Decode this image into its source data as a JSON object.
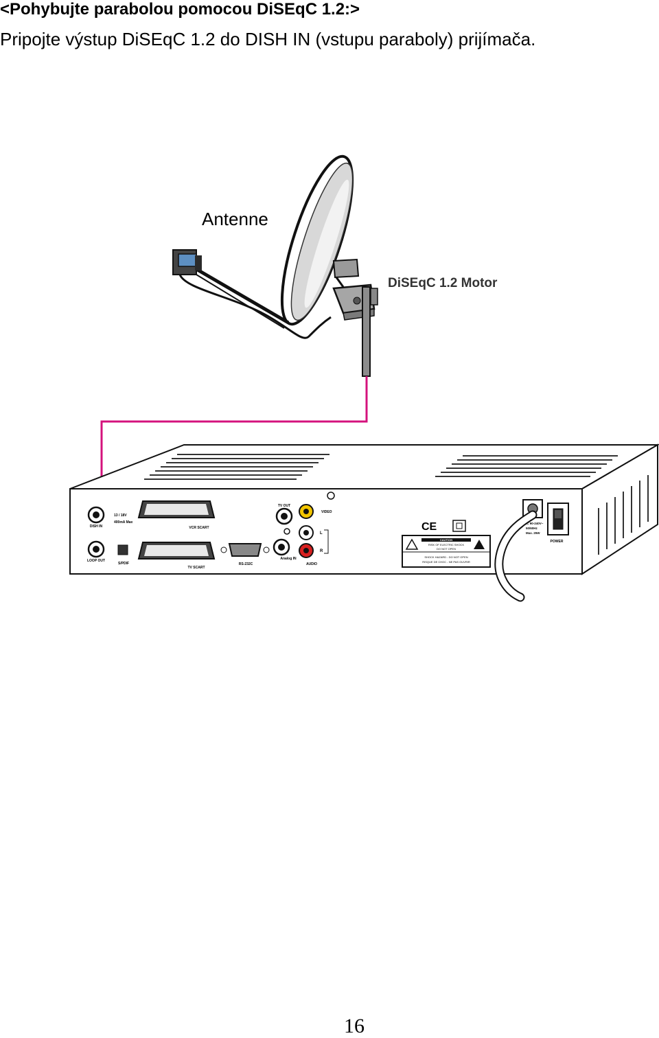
{
  "page": {
    "heading": "<Pohybujte parabolou pomocou DiSEqC 1.2:>",
    "instruction": "Pripojte výstup DiSEqC 1.2 do DISH IN (vstupu paraboly) prijímača.",
    "page_number": "16"
  },
  "diagram": {
    "antenna_label": "Antenne",
    "motor_label": "DiSEqC 1.2 Motor",
    "cable_color": "#d4127c",
    "receiver": {
      "dish_in": "DISH IN",
      "loop_out": "LOOP OUT",
      "lnb_power": "13 / 18V",
      "lnb_current": "400mA Max",
      "spdif": "S/PDIF",
      "vcr_scart": "VCR SCART",
      "tv_scart": "TV SCART",
      "rs232c": "RS-232C",
      "tv_out": "TV OUT",
      "video": "VIDEO",
      "audio": "AUDIO",
      "analog_in": "Analog IN",
      "audio_l": "L",
      "audio_r": "R",
      "ce_mark": "CE",
      "caution_title": "CAUTION",
      "caution_line1": "RISK OF ELECTRIC SHOCK",
      "caution_line2": "DO NOT OPEN",
      "caution_text1": "SHOCK HAZARD - DO NOT OPEN",
      "caution_text2": "RISQUE DE CHOC - NE PAS OUVRIR",
      "ac_rating_1": "AC 90-240V~",
      "ac_rating_2": "50/60Hz",
      "ac_rating_3": "Max. 25W",
      "power": "POWER"
    }
  }
}
